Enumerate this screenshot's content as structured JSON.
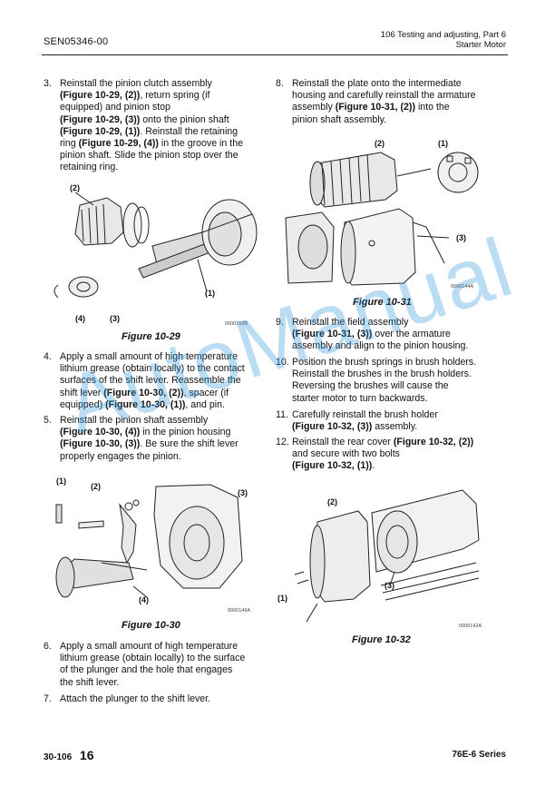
{
  "header": {
    "doc_code": "SEN05346-00",
    "section_title": "106 Testing and adjusting, Part 6",
    "section_subtitle": "Starter Motor"
  },
  "steps": [
    {
      "num": "3.",
      "lines": [
        "Reinstall the pinion clutch assembly",
        "(Figure 10-29, (2)), return spring (if",
        "equipped) and pinion stop",
        "(Figure 10-29, (3)) onto the pinion shaft",
        "(Figure 10-29, (1)). Reinstall the retaining",
        "ring (Figure 10-29, (4)) in the groove in the",
        "pinion shaft. Slide the pinion stop over the",
        "retaining ring."
      ]
    },
    {
      "num": "4.",
      "lines": [
        "Apply a small amount of high temperature",
        "lithium grease (obtain locally) to the contact",
        "surfaces of the shift lever. Reassemble the",
        "shift lever (Figure 10-30, (2)), spacer (if",
        "equipped) (Figure 10-30, (1)), and pin."
      ]
    },
    {
      "num": "5.",
      "lines": [
        "Reinstall the pinion shaft assembly",
        "(Figure 10-30, (4)) in the pinion housing",
        "(Figure 10-30, (3)). Be sure the shift lever",
        "properly engages the pinion."
      ]
    },
    {
      "num": "6.",
      "lines": [
        "Apply a small amount of high temperature",
        "lithium grease (obtain locally) to the surface",
        "of the plunger and the hole that engages",
        "the shift lever."
      ]
    },
    {
      "num": "7.",
      "lines": [
        "Attach the plunger to the shift lever."
      ]
    },
    {
      "num": "8.",
      "lines": [
        "Reinstall the plate onto the intermediate",
        "housing and carefully reinstall the armature",
        "assembly (Figure 10-31, (2)) into the",
        "pinion shaft assembly."
      ]
    },
    {
      "num": "9.",
      "lines": [
        "Reinstall the field assembly",
        "(Figure 10-31, (3)) over the armature",
        "assembly and align to the pinion housing."
      ]
    },
    {
      "num": "10.",
      "lines": [
        "Position the brush springs in brush holders.",
        "Reinstall the brushes in the brush holders.",
        "Reversing the brushes will cause the",
        "starter motor to turn backwards."
      ]
    },
    {
      "num": "11.",
      "lines": [
        "Carefully reinstall the brush holder",
        "(Figure 10-32, (3)) assembly."
      ]
    },
    {
      "num": "12.",
      "lines": [
        "Reinstall the rear cover (Figure 10-32, (2))",
        "and secure with two bolts",
        "(Figure 10-32, (1))."
      ]
    }
  ],
  "figures": [
    {
      "caption": "Figure 10-29",
      "code": "0000152B",
      "callouts": [
        "(2)",
        "(1)",
        "(4)",
        "(3)"
      ]
    },
    {
      "caption": "Figure 10-30",
      "code": "0000146A",
      "callouts": [
        "(1)",
        "(2)",
        "(3)",
        "(4)"
      ]
    },
    {
      "caption": "Figure 10-31",
      "code": "0000144A",
      "callouts": [
        "(2)",
        "(1)",
        "(3)"
      ]
    },
    {
      "caption": "Figure 10-32",
      "code": "0000142A",
      "callouts": [
        "(2)",
        "(1)",
        "(3)"
      ]
    }
  ],
  "footer": {
    "section_page": "30-106",
    "page_number": "16",
    "series": "76E-6 Series"
  },
  "watermark": {
    "text": "AutoManual"
  },
  "colors": {
    "watermark": "#2896dc",
    "text": "#111111"
  }
}
